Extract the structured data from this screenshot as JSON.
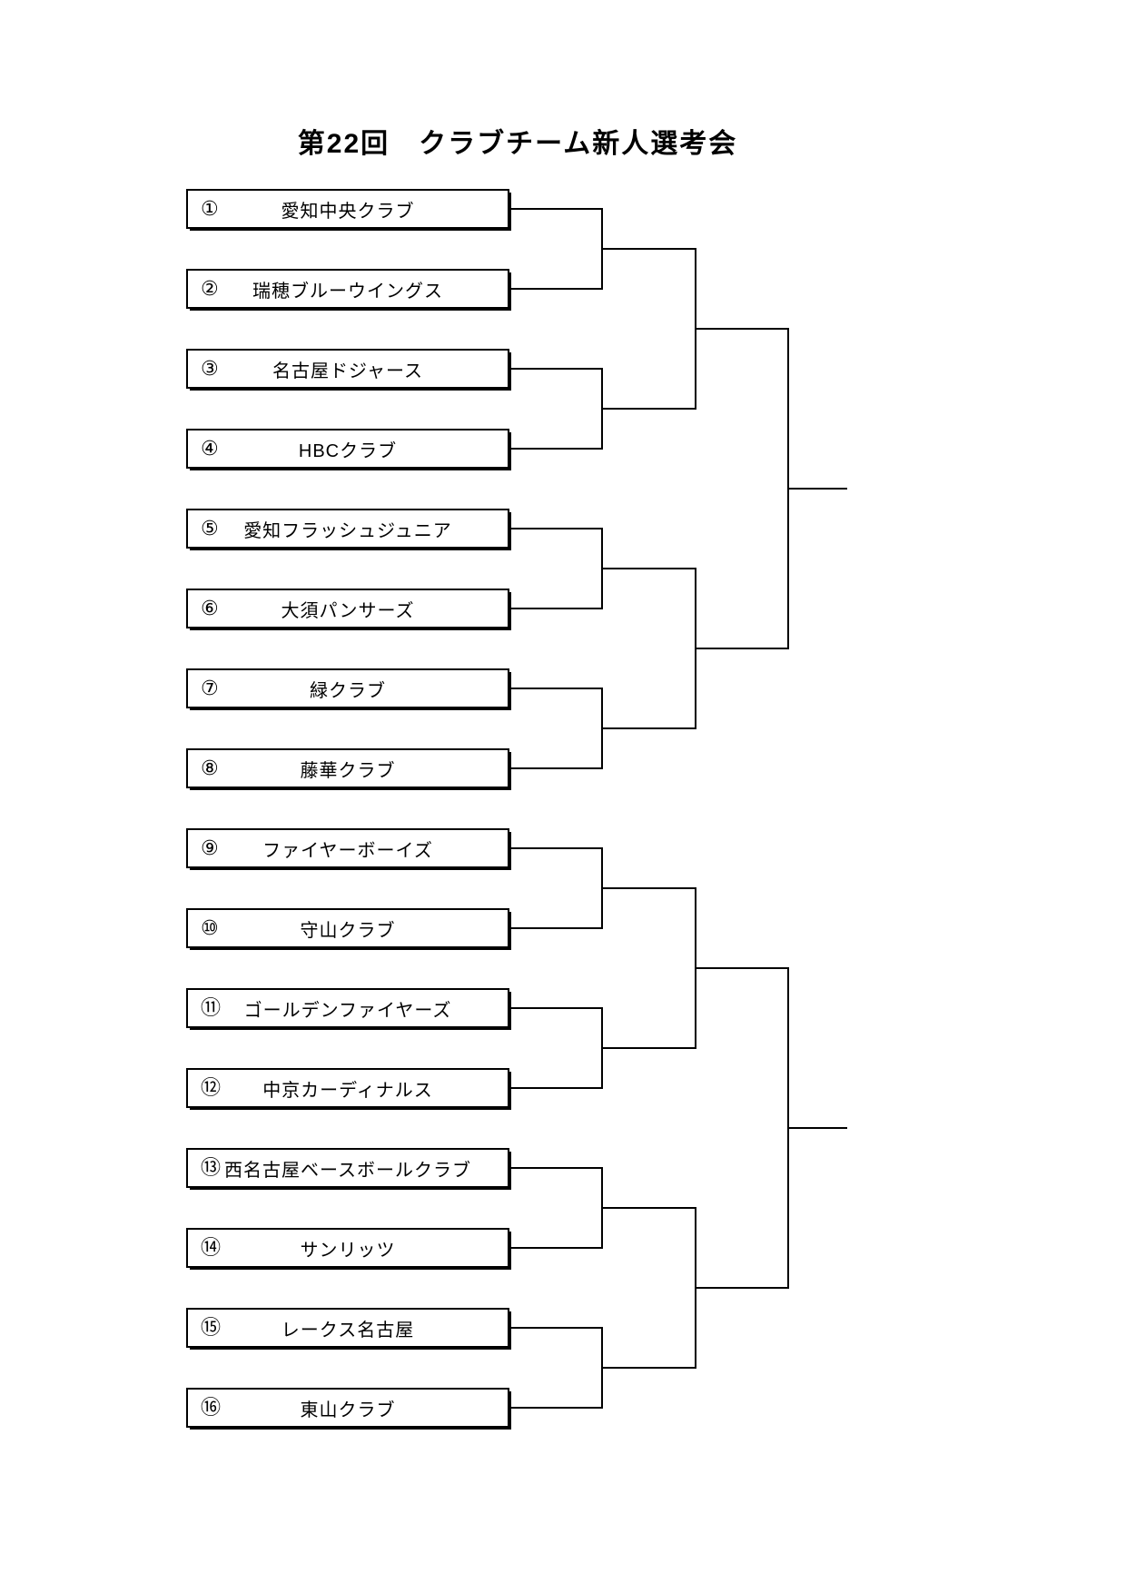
{
  "page": {
    "title": "第22回　クラブチーム新人選考会"
  },
  "bracket": {
    "teams": [
      {
        "seed": "①",
        "name": "愛知中央クラブ"
      },
      {
        "seed": "②",
        "name": "瑞穂ブルーウイングス"
      },
      {
        "seed": "③",
        "name": "名古屋ドジャース"
      },
      {
        "seed": "④",
        "name": "HBCクラブ"
      },
      {
        "seed": "⑤",
        "name": "愛知フラッシュジュニア"
      },
      {
        "seed": "⑥",
        "name": "大須パンサーズ"
      },
      {
        "seed": "⑦",
        "name": "緑クラブ"
      },
      {
        "seed": "⑧",
        "name": "藤華クラブ"
      },
      {
        "seed": "⑨",
        "name": "ファイヤーボーイズ"
      },
      {
        "seed": "⑩",
        "name": "守山クラブ"
      },
      {
        "seed": "⑪",
        "name": "ゴールデンファイヤーズ"
      },
      {
        "seed": "⑫",
        "name": "中京カーディナルス"
      },
      {
        "seed": "⑬",
        "name": "西名古屋ベースボールクラブ"
      },
      {
        "seed": "⑭",
        "name": "サンリッツ"
      },
      {
        "seed": "⑮",
        "name": "レークス名古屋"
      },
      {
        "seed": "⑯",
        "name": "東山クラブ"
      }
    ]
  }
}
